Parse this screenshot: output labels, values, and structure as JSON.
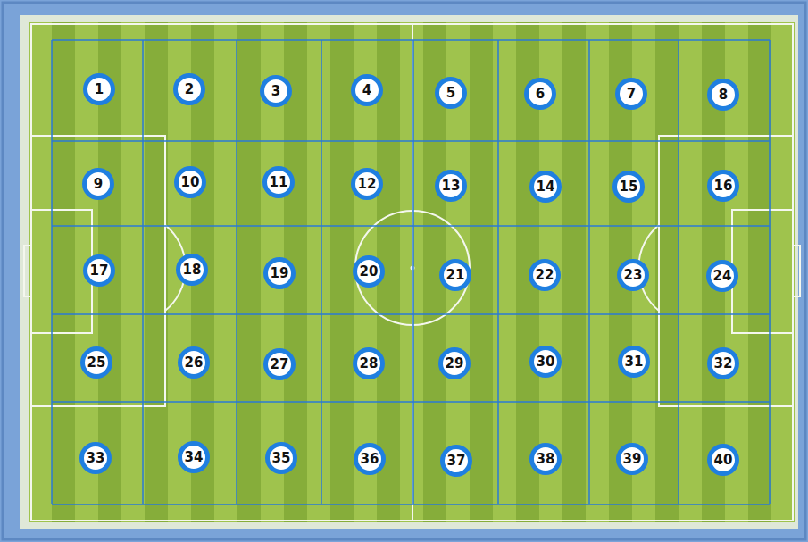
{
  "diagram": {
    "nodes": [
      {
        "text": [
          "1"
        ]
      },
      {
        "text": [
          "2"
        ]
      },
      {
        "text": [
          "3"
        ]
      },
      {
        "text": [
          "4"
        ]
      },
      {
        "text": [
          "5"
        ]
      },
      {
        "text": [
          "6"
        ]
      },
      {
        "text": [
          "7"
        ]
      },
      {
        "text": [
          "8"
        ]
      },
      {
        "text": [
          "9"
        ]
      },
      {
        "text": [
          "10"
        ]
      },
      {
        "text": [
          "11"
        ]
      },
      {
        "text": [
          "12"
        ]
      },
      {
        "text": [
          "13"
        ]
      },
      {
        "text": [
          "14"
        ]
      },
      {
        "text": [
          "15"
        ]
      },
      {
        "text": [
          "16"
        ]
      },
      {
        "text": [
          "17"
        ]
      },
      {
        "text": [
          "18"
        ]
      },
      {
        "text": [
          "19"
        ]
      },
      {
        "text": [
          "20"
        ]
      },
      {
        "text": [
          "21"
        ]
      },
      {
        "text": [
          "22"
        ]
      },
      {
        "text": [
          "23"
        ]
      },
      {
        "text": [
          "24"
        ]
      },
      {
        "text": [
          "25"
        ]
      },
      {
        "text": [
          "26"
        ]
      },
      {
        "text": [
          "27"
        ]
      },
      {
        "text": [
          "28"
        ]
      },
      {
        "text": [
          "29"
        ]
      },
      {
        "text": [
          "30"
        ]
      },
      {
        "text": [
          "31"
        ]
      },
      {
        "text": [
          "32"
        ]
      },
      {
        "text": [
          "33"
        ]
      },
      {
        "text": [
          "34"
        ]
      },
      {
        "text": [
          "35"
        ]
      },
      {
        "text": [
          "36"
        ]
      },
      {
        "text": [
          "37"
        ]
      },
      {
        "text": [
          "38"
        ]
      },
      {
        "text": [
          "39"
        ]
      },
      {
        "text": [
          "40"
        ]
      }
    ]
  }
}
